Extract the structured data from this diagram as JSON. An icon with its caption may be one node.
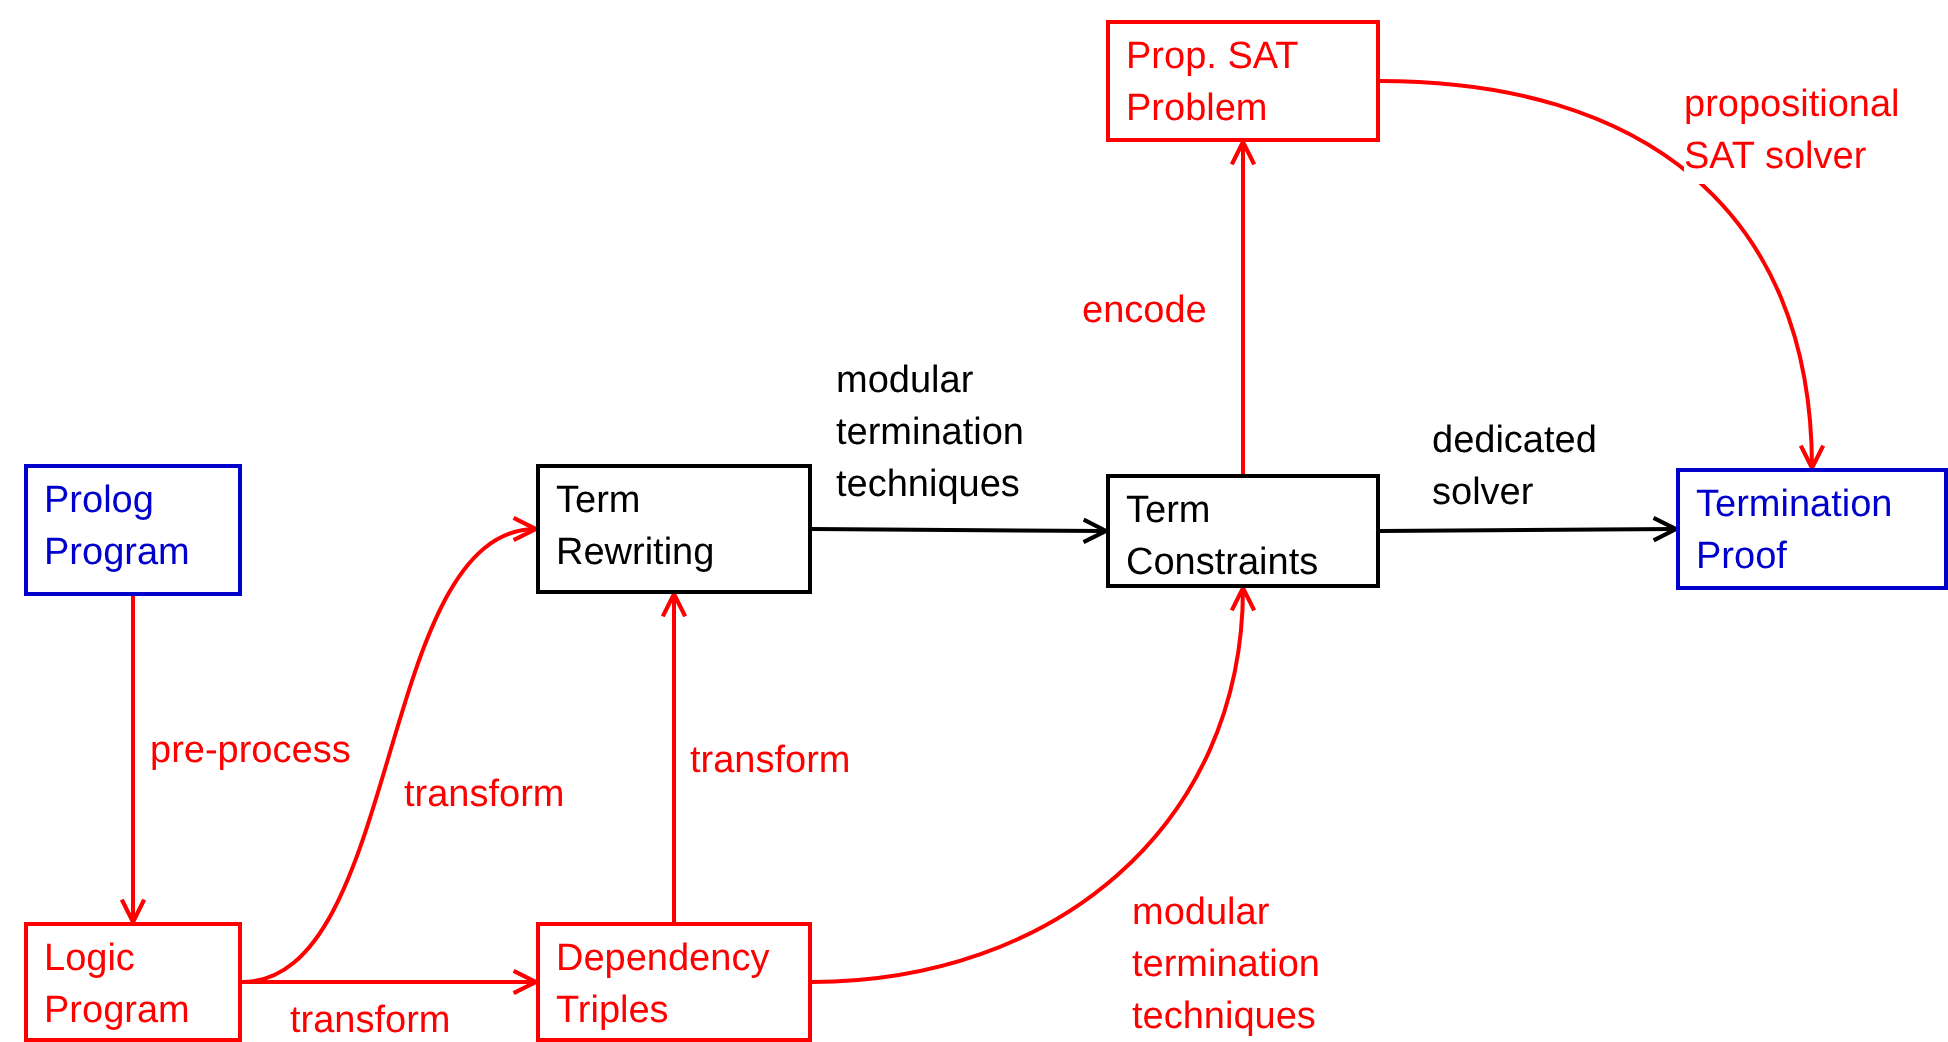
{
  "diagram": {
    "nodes": [
      {
        "text": [
          "Prolog Program"
        ]
      },
      {
        "text": [
          "Logic Program"
        ]
      },
      {
        "text": [
          "Term Rewriting"
        ]
      },
      {
        "text": [
          "Dependency Triples"
        ]
      },
      {
        "text": [
          "Term Constraints"
        ]
      },
      {
        "text": [
          "Prop. SAT Problem"
        ]
      },
      {
        "text": [
          "Termination Proof"
        ]
      }
    ],
    "edges": [
      {
        "from": 0,
        "to": 1,
        "arrow": "to",
        "label": "pre-process"
      },
      {
        "from": 1,
        "to": 2,
        "arrow": "to",
        "label": "transform"
      },
      {
        "from": 1,
        "to": 3,
        "arrow": "to",
        "label": "transform"
      },
      {
        "from": 3,
        "to": 2,
        "arrow": "to",
        "label": "transform"
      },
      {
        "from": 2,
        "to": 4,
        "arrow": "to",
        "label": "modular termination techniques",
        "color": "#000000"
      },
      {
        "from": 3,
        "to": 4,
        "arrow": "to",
        "label": "modular termination techniques"
      },
      {
        "from": 4,
        "to": 5,
        "arrow": "to",
        "label": "encode"
      },
      {
        "from": 5,
        "to": 6,
        "arrow": "to",
        "label": "propositional SAT solver"
      },
      {
        "from": 4,
        "to": 6,
        "arrow": "to",
        "label": "dedicated solver",
        "color": "#000000"
      }
    ]
  }
}
